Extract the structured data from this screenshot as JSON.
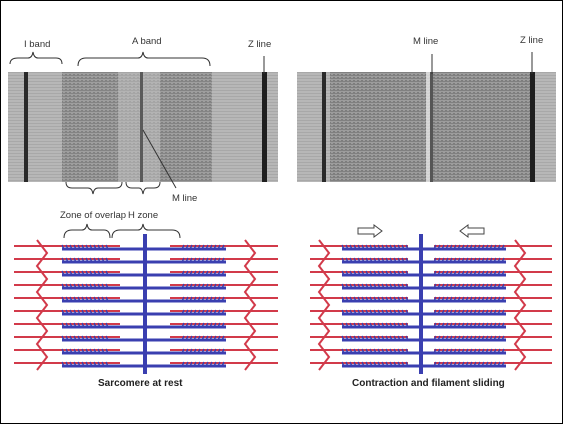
{
  "figure": {
    "micrograph_left": {
      "labels": {
        "i_band": "I band",
        "a_band": "A band",
        "z_line": "Z line",
        "m_line": "M line",
        "zone_of_overlap": "Zone of overlap",
        "h_zone": "H zone"
      }
    },
    "micrograph_right": {
      "labels": {
        "m_line": "M line",
        "z_line": "Z line"
      }
    },
    "captions": {
      "rest": "Sarcomere at rest",
      "contraction": "Contraction and filament sliding"
    },
    "colors": {
      "thin_filament": "#d23a4a",
      "thick_filament": "#3a3fb0",
      "micrograph_bg": "#b9b9b9"
    }
  }
}
